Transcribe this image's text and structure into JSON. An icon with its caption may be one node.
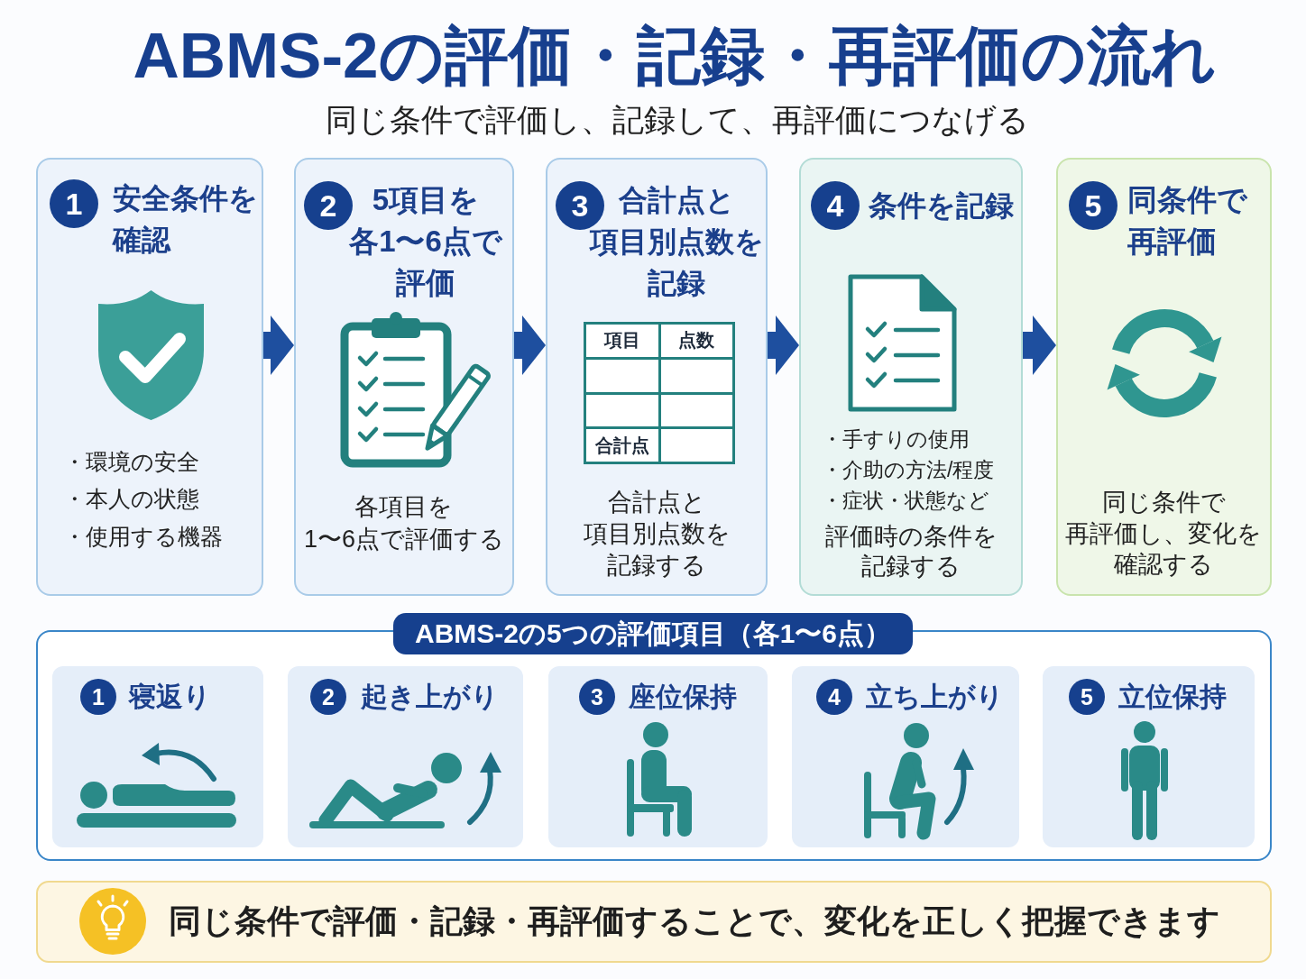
{
  "diagram": {
    "title": "ABMS-2の評価・記録・再評価の流れ",
    "nodes": [
      {
        "text": [
          "1",
          "安全条件を確認",
          "・環境の安全",
          "・本人の状態",
          "・使用する機器"
        ]
      },
      {
        "text": [
          "2",
          "5項目を各1〜6点で評価",
          "各項目を1〜6点で評価する"
        ]
      },
      {
        "text": [
          "3",
          "合計点と項目別点数を記録",
          "合計点と項目別点数を記録する"
        ]
      },
      {
        "text": [
          "項目",
          "点数",
          "合計点"
        ],
        "in": 2
      },
      {
        "text": [
          "4",
          "条件を記録",
          "・手すりの使用",
          "・介助の方法/程度",
          "・症状・状態など",
          "評価時の条件を記録する"
        ]
      },
      {
        "text": [
          "5",
          "同条件で再評価",
          "同じ条件で再評価し、変化を確認する"
        ]
      },
      {
        "text": [
          "ABMS-2の5つの評価項目（各1〜6点）"
        ]
      },
      {
        "text": [
          "1",
          "寝返り"
        ],
        "in": 6
      },
      {
        "text": [
          "2",
          "起き上がり"
        ],
        "in": 6
      },
      {
        "text": [
          "3",
          "座位保持"
        ],
        "in": 6
      },
      {
        "text": [
          "4",
          "立ち上がり"
        ],
        "in": 6
      },
      {
        "text": [
          "5",
          "立位保持"
        ],
        "in": 6
      },
      {
        "text": [
          "同じ条件で評価・記録・再評価することで、変化を正しく把握できます"
        ]
      }
    ],
    "edges": [
      {
        "from": 0,
        "to": 1,
        "arrow": "to"
      },
      {
        "from": 1,
        "to": 2,
        "arrow": "to"
      },
      {
        "from": 2,
        "to": 4,
        "arrow": "to"
      },
      {
        "from": 4,
        "to": 5,
        "arrow": "to"
      }
    ],
    "labels": [
      "同じ条件で評価し、記録して、再評価につなげる"
    ]
  }
}
